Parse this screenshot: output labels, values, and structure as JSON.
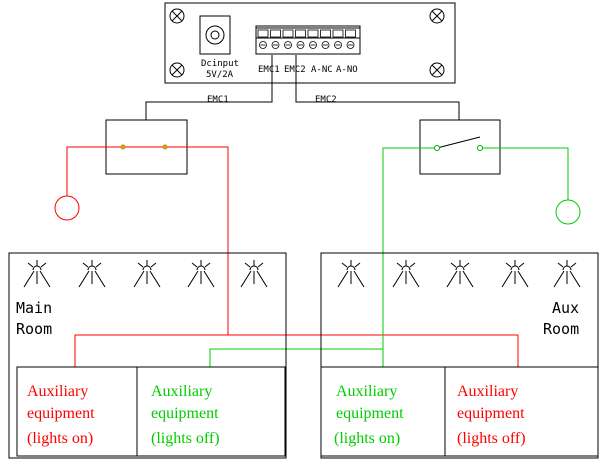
{
  "device": {
    "power_label_line1": "Dcinput",
    "power_label_line2": "5V/2A",
    "terminal_labels": [
      "EMC1",
      "EMC2",
      "A-NC",
      "A-NO"
    ]
  },
  "relays": {
    "left_wire_label": "EMC1",
    "right_wire_label": "EMC2"
  },
  "rooms": {
    "main": {
      "name_line1": "Main",
      "name_line2": "Room"
    },
    "aux": {
      "name_line1": "Aux",
      "name_line2": "Room"
    }
  },
  "equipment": [
    {
      "line1": "Auxiliary",
      "line2": "equipment",
      "line3": "(lights on)",
      "color": "#ff0000"
    },
    {
      "line1": "Auxiliary",
      "line2": "equipment",
      "line3": "(lights off)",
      "color": "#00cc00"
    },
    {
      "line1": "Auxiliary",
      "line2": "equipment",
      "line3": "(lights on)",
      "color": "#00cc00"
    },
    {
      "line1": "Auxiliary",
      "line2": "equipment",
      "line3": "(lights off)",
      "color": "#ff0000"
    }
  ],
  "colors": {
    "on_wire": "#ff0000",
    "off_wire": "#00cc00",
    "outline": "#000000"
  },
  "icons": [
    "screw-icon",
    "dc-jack-icon",
    "terminal-block-icon",
    "switch-icon",
    "lamp-icon",
    "status-light-icon"
  ]
}
